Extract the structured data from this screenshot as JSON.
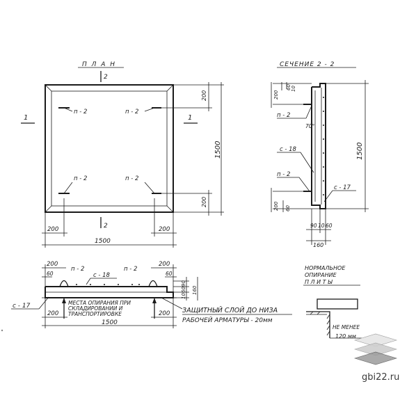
{
  "plan": {
    "title": "П Л А Н",
    "cut_top": "2",
    "cut_bottom": "2",
    "side_left": "1",
    "side_right": "1",
    "loops": [
      "п - 2",
      "п - 2",
      "п - 2",
      "п - 2"
    ],
    "dim_top": "200",
    "dim_height": "1500",
    "dim_bottom": "200",
    "dim_left": "200",
    "dim_right": "200",
    "dim_width": "1500"
  },
  "section": {
    "title": "СЕЧЕНИЕ  2 - 2",
    "dim_200_top": "200",
    "dim_60_top": "60",
    "dim_10_top": "10",
    "label_p2_top": "п - 2",
    "angle": "70°",
    "label_c18": "с - 18",
    "label_p2_bottom": "п - 2",
    "label_c17": "с - 17",
    "dim_height": "1500",
    "dim_200_bottom": "200",
    "dim_60_bottom": "60",
    "dim_90": "90",
    "dim_10": "10",
    "dim_60": "60",
    "dim_160": "160"
  },
  "elevation": {
    "dim_200_left": "200",
    "dim_60_left": "60",
    "label_p2_left": "п - 2",
    "label_c18": "с - 18",
    "label_p2_right": "п - 2",
    "dim_200_right": "200",
    "dim_60_right": "60",
    "dim_90": "90",
    "dim_60": "60",
    "dim_10": "10",
    "dim_160": "160",
    "label_c17": "с - 17",
    "support_note_1": "МЕСТА ОПИРАНИЯ  ПРИ",
    "support_note_2": "СКЛАДИРОВАНИИ  И",
    "support_note_3": "ТРАНСПОРТИРОВКЕ",
    "dim_bottom_left": "200",
    "dim_bottom_right": "200",
    "dim_bottom_total": "1500",
    "cover_note_1": "ЗАЩИТНЫЙ  СЛОЙ  ДО  НИЗА",
    "cover_note_2": "РАБОЧЕЙ  АРМАТУРЫ - 20мм"
  },
  "support_detail": {
    "title_1": "НОРМАЛЬНОЕ",
    "title_2": "ОПИРАНИЕ",
    "title_3": "П Л И Т Ы",
    "note_1": "НЕ  МЕНЕЕ",
    "note_2": "120 мм"
  },
  "watermark": {
    "site": "gbi22.ru",
    "logo_colors": [
      "#e8e8e8",
      "#cfcfcf",
      "#9c9c9c",
      "#4a4a4a"
    ]
  }
}
